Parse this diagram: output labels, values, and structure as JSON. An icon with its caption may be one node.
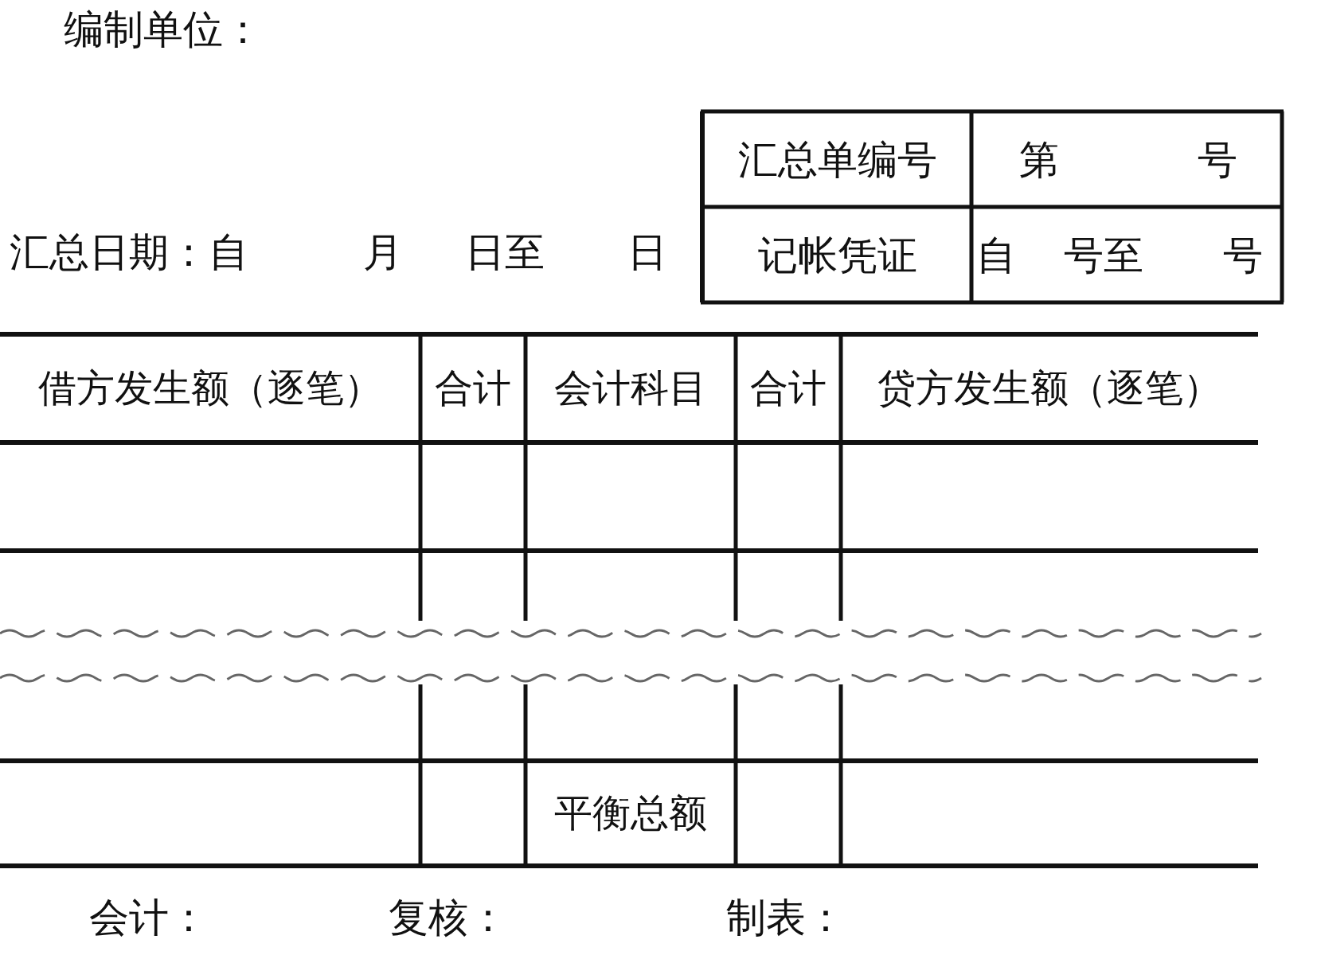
{
  "diagram": {
    "labels": [
      "编制单位：",
      "汇总日期：自",
      "月",
      "日至",
      "日",
      "汇总单编号",
      "第",
      "号",
      "记帐凭证",
      "自",
      "号至",
      "号",
      "借方发生额（逐笔）",
      "合计",
      "会计科目",
      "合计",
      "贷方发生额（逐笔）",
      "平衡总额",
      "会计：",
      "复核：",
      "制表："
    ]
  }
}
